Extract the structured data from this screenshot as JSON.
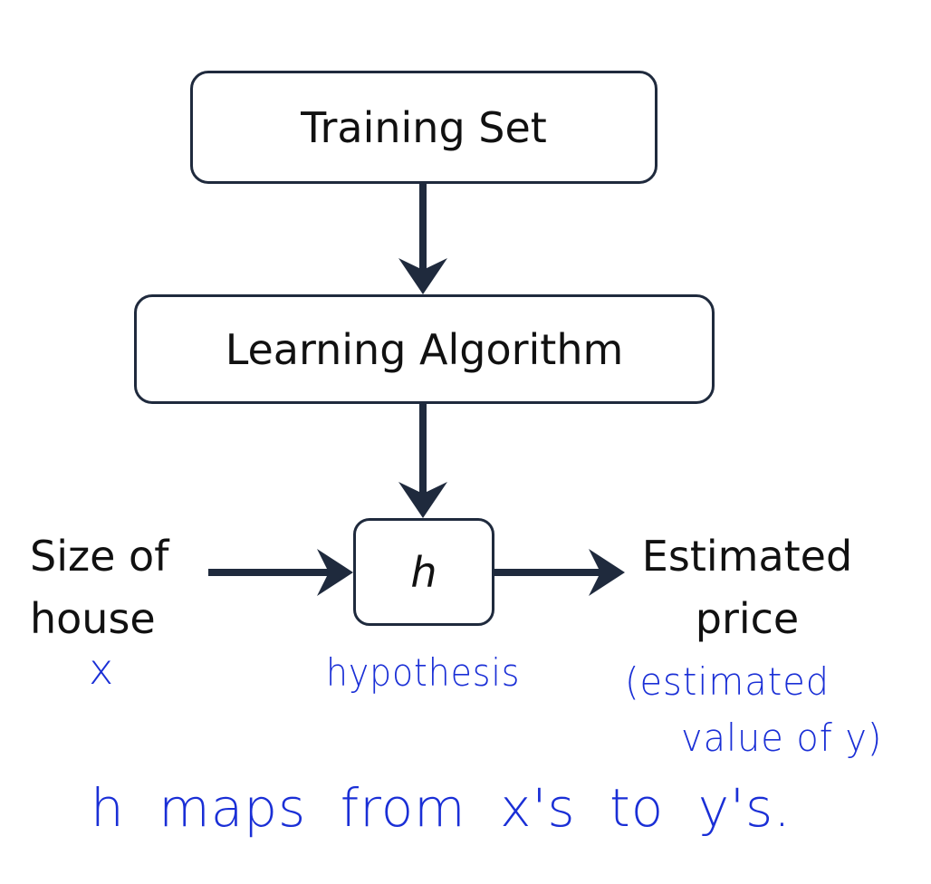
{
  "boxes": {
    "training_set": "Training Set",
    "learning_algorithm": "Learning Algorithm",
    "hypothesis_box": "h"
  },
  "input_label": {
    "line1": "Size of",
    "line2": "house"
  },
  "output_label": {
    "line1": "Estimated",
    "line2": "price"
  },
  "annotations": {
    "input_symbol": "x",
    "hypothesis": "hypothesis",
    "output_note_line1": "(estimated",
    "output_note_line2": "value of y)",
    "summary": "h maps from x's to y's."
  },
  "colors": {
    "stroke": "#1f2a3d",
    "ink": "#1a2fd6"
  }
}
